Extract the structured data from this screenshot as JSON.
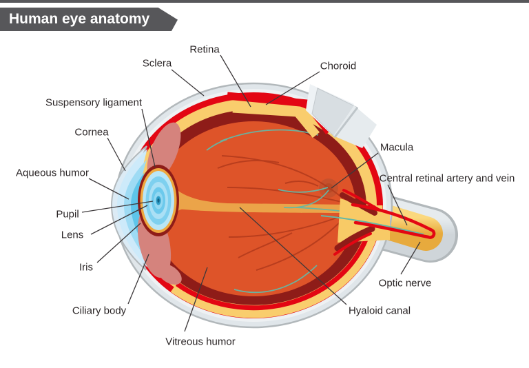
{
  "title": "Human eye anatomy",
  "labels": {
    "retina": "Retina",
    "sclera": "Sclera",
    "choroid": "Choroid",
    "suspensory_ligament": "Suspensory ligament",
    "cornea": "Cornea",
    "aqueous_humor": "Aqueous humor",
    "pupil": "Pupil",
    "lens": "Lens",
    "iris": "Iris",
    "ciliary_body": "Ciliary body",
    "vitreous_humor": "Vitreous humor",
    "macula": "Macula",
    "central_retinal_artery_and_vein": "Central retinal artery and vein",
    "optic_nerve": "Optic nerve",
    "hyaloid_canal": "Hyaloid canal"
  },
  "colors": {
    "banner": "#57575a",
    "label_text": "#2b2627",
    "pointer_line": "#3c383a",
    "sclera_gray": "#e0e6ea",
    "sclera_border": "#b2b8bb",
    "choroid_red": "#e30613",
    "retina_yellow": "#f9cd6d",
    "inner_maroon": "#8e1c18",
    "vitreous_orange": "#de5429",
    "vessel_dark": "#b23a1c",
    "vessel_teal": "#63b8a7",
    "hyaloid_orange": "#eba449",
    "macula_dark": "#c7512c",
    "cornea_blue": "#cdeafa",
    "aqueous_blue": "#9edbf4",
    "deep_blue": "#5ec5ea",
    "ciliary_pink": "#d5837d",
    "ligament_orange": "#efa83f",
    "nerve_yellow": "#f8ca66"
  }
}
